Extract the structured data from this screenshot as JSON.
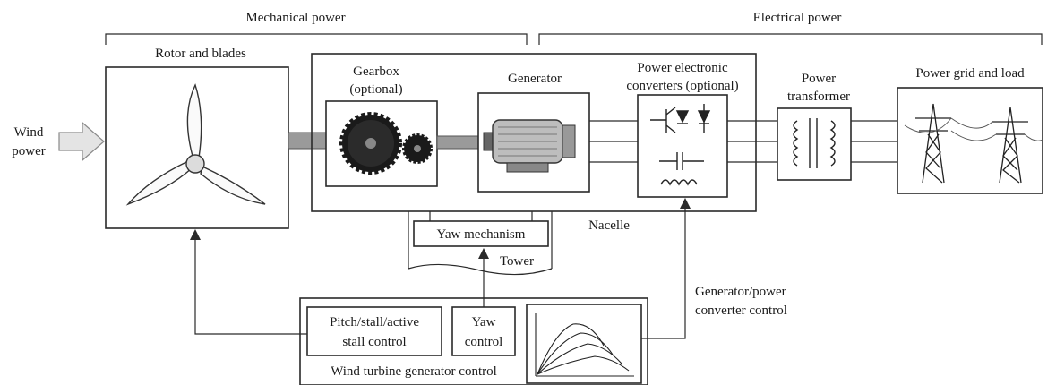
{
  "sections": {
    "mechanical": "Mechanical power",
    "electrical": "Electrical power"
  },
  "components": {
    "rotor": "Rotor and blades",
    "gearbox_l1": "Gearbox",
    "gearbox_l2": "(optional)",
    "generator": "Generator",
    "converter_l1": "Power electronic",
    "converter_l2": "converters (optional)",
    "transformer_l1": "Power",
    "transformer_l2": "transformer",
    "grid": "Power grid and load",
    "nacelle": "Nacelle",
    "yaw_mechanism": "Yaw mechanism",
    "tower": "Tower"
  },
  "input": {
    "line1": "Wind",
    "line2": "power"
  },
  "control": {
    "pitch_l1": "Pitch/stall/active",
    "pitch_l2": "stall control",
    "yaw_l1": "Yaw",
    "yaw_l2": "control",
    "main": "Wind turbine generator control",
    "gen_l1": "Generator/power",
    "gen_l2": "converter control"
  }
}
